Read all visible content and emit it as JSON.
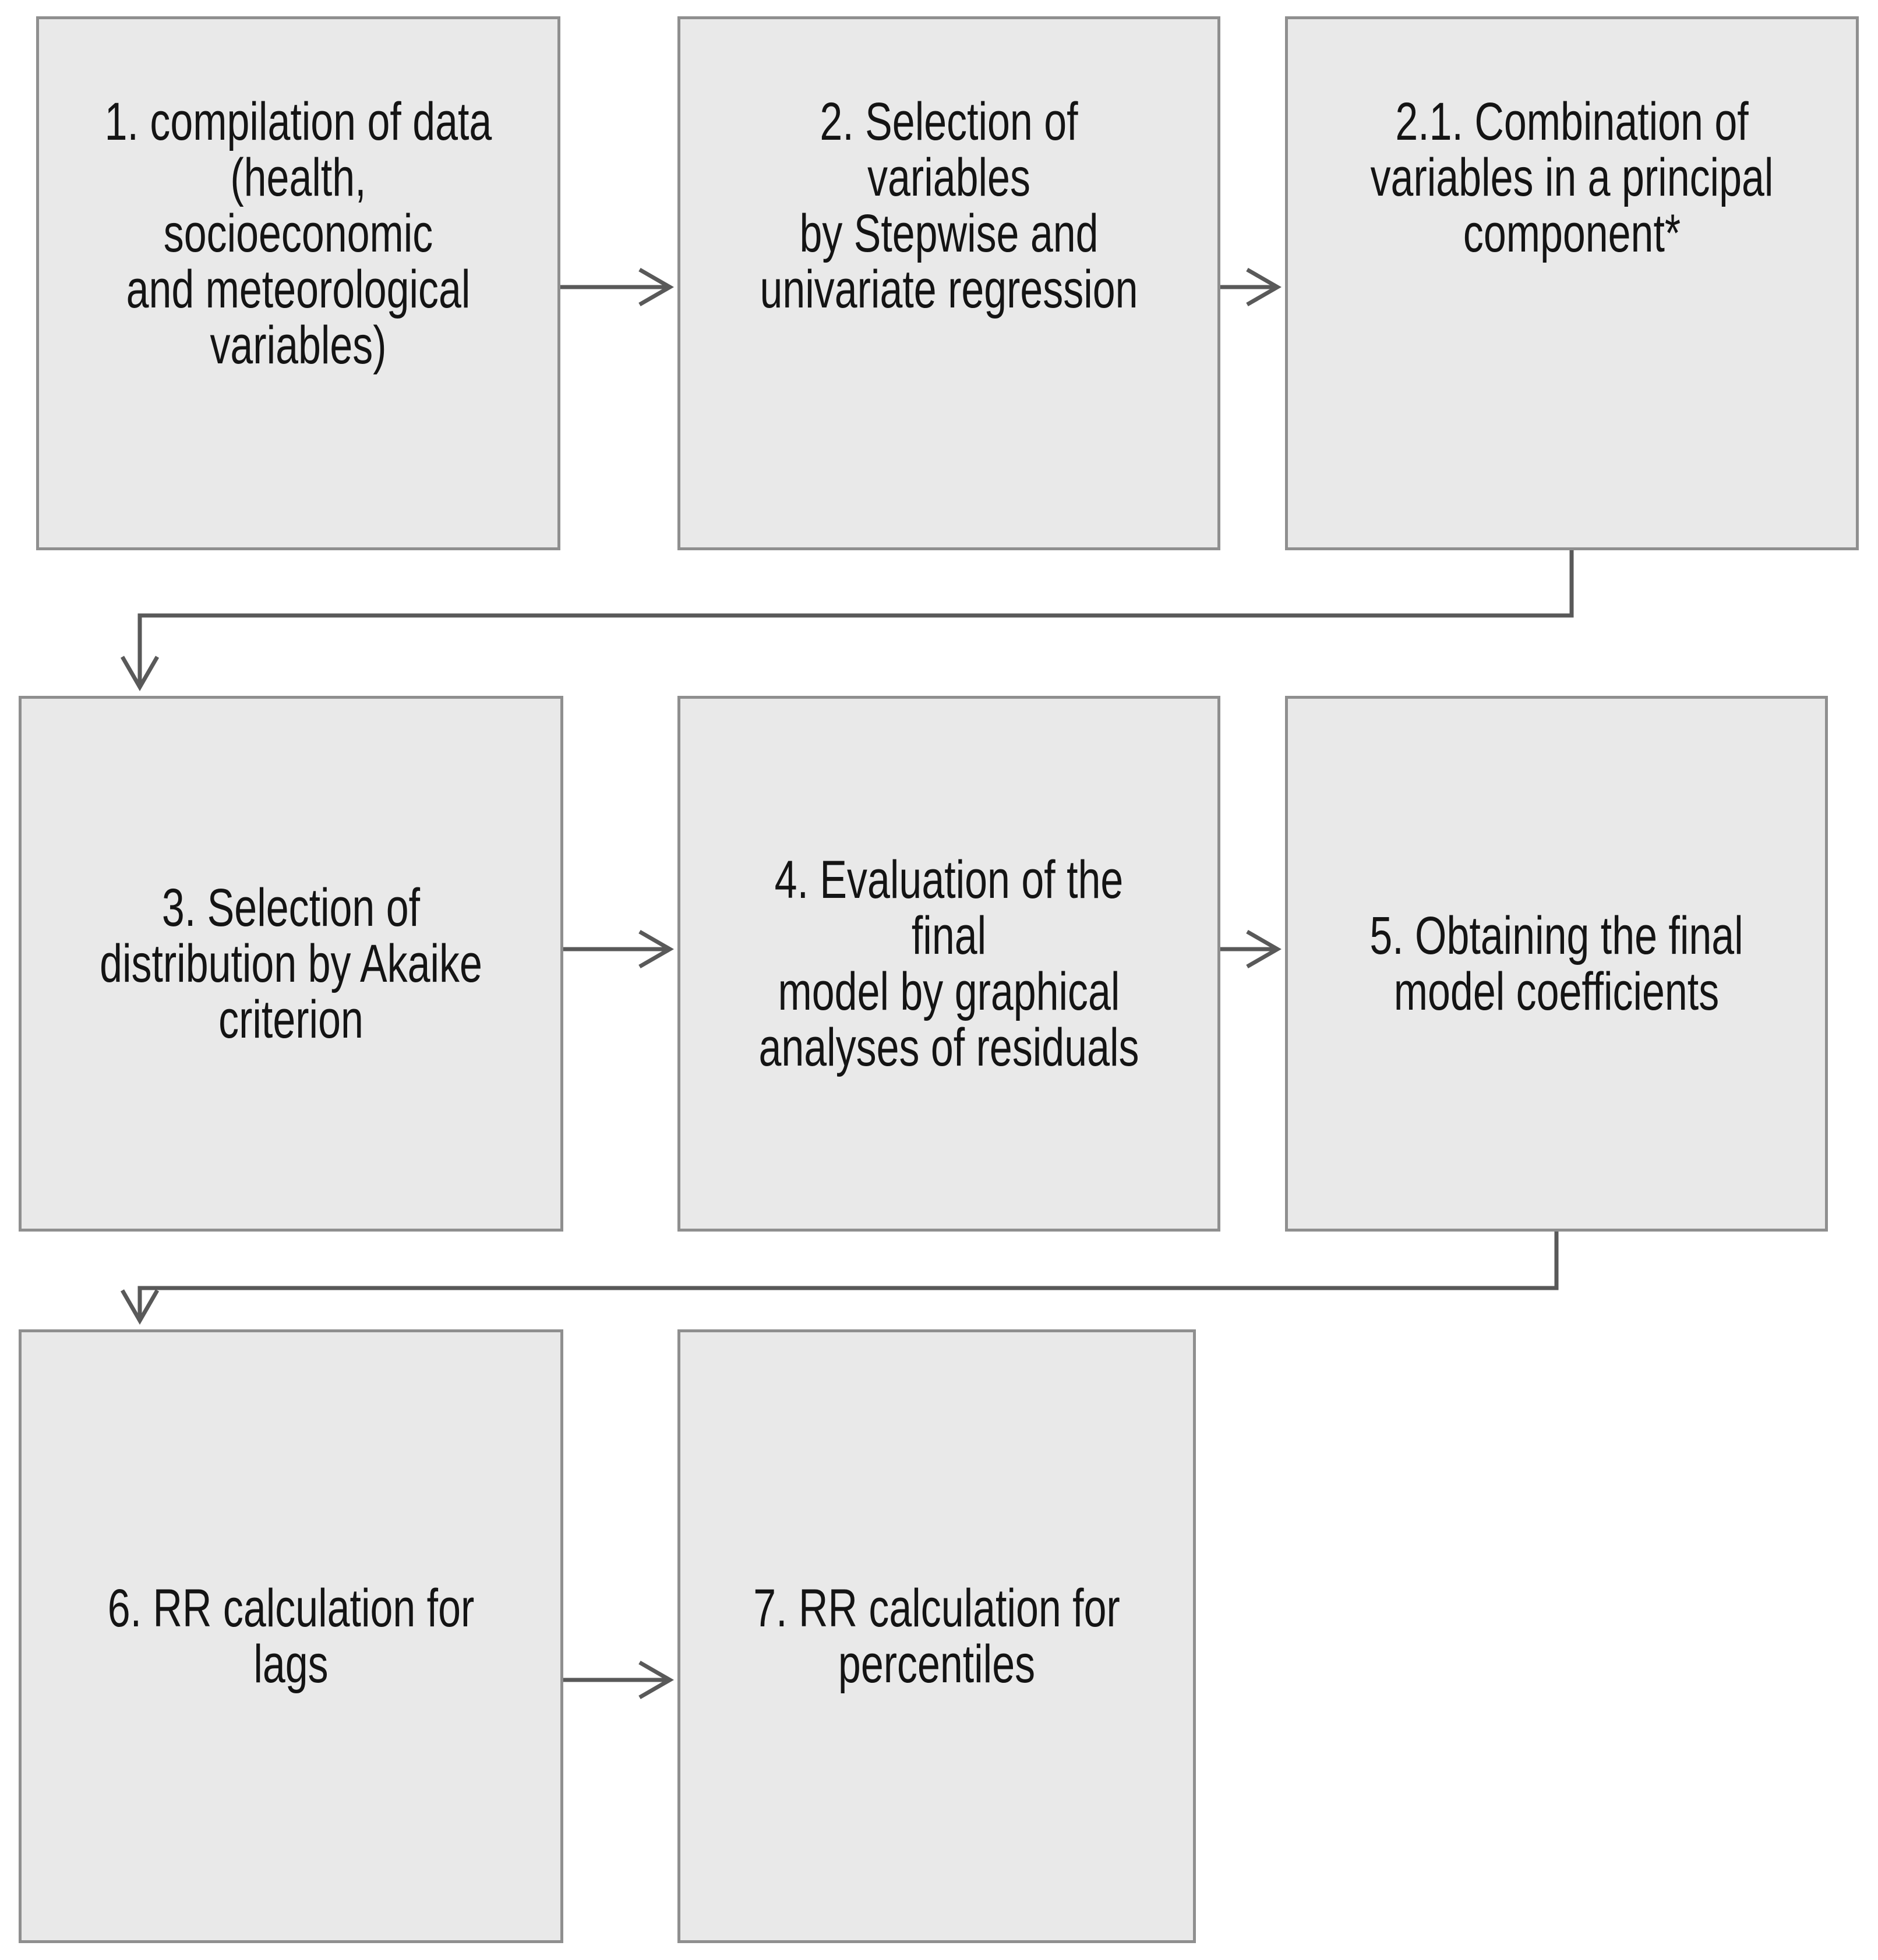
{
  "diagram": {
    "type": "flowchart",
    "background": "#ffffff",
    "box_fill": "#e9e9e9",
    "box_border": "#8f8f8f",
    "connector_color": "#595959",
    "arrowhead_color": "#3d3d3d",
    "text_color": "#141414",
    "steps": [
      {
        "id": "1",
        "label": "1. compilation of data\n(health, socioeconomic\nand meteorological\nvariables)"
      },
      {
        "id": "2",
        "label": "2. Selection of variables\nby Stepwise and\nunivariate regression"
      },
      {
        "id": "2.1",
        "label": "2.1. Combination of\nvariables in a principal\ncomponent*"
      },
      {
        "id": "3",
        "label": "3. Selection of\ndistribution by Akaike\ncriterion"
      },
      {
        "id": "4",
        "label": "4. Evaluation of the final\nmodel by graphical\nanalyses of residuals"
      },
      {
        "id": "5",
        "label": "5. Obtaining the final\nmodel coefficients"
      },
      {
        "id": "6",
        "label": "6. RR calculation for lags"
      },
      {
        "id": "7",
        "label": "7. RR calculation for\npercentiles"
      }
    ],
    "edges": [
      {
        "from": "1",
        "to": "2"
      },
      {
        "from": "2",
        "to": "2.1"
      },
      {
        "from": "2.1",
        "to": "3"
      },
      {
        "from": "3",
        "to": "4"
      },
      {
        "from": "4",
        "to": "5"
      },
      {
        "from": "5",
        "to": "6"
      },
      {
        "from": "6",
        "to": "7"
      }
    ]
  }
}
